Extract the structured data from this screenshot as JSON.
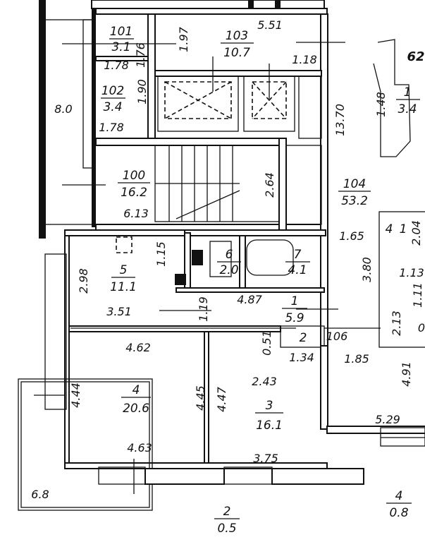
{
  "plan": {
    "rooms": [
      {
        "id": "101",
        "number": "101",
        "area": "3.1"
      },
      {
        "id": "102",
        "number": "102",
        "area": "3.4"
      },
      {
        "id": "103",
        "number": "103",
        "area": "10.7"
      },
      {
        "id": "100",
        "number": "100",
        "area": "16.2"
      },
      {
        "id": "104",
        "number": "104",
        "area": "53.2"
      },
      {
        "id": "5",
        "number": "5",
        "area": "11.1"
      },
      {
        "id": "6",
        "number": "6",
        "area": "2.0"
      },
      {
        "id": "7",
        "number": "7",
        "area": "4.1"
      },
      {
        "id": "1",
        "number": "1",
        "area": "5.9"
      },
      {
        "id": "2",
        "number": "2",
        "area": ""
      },
      {
        "id": "4",
        "number": "4",
        "area": "20.6"
      },
      {
        "id": "3",
        "number": "3",
        "area": "16.1"
      },
      {
        "id": "r-1",
        "number": "1",
        "area": "3.4"
      },
      {
        "id": "r-4",
        "number": "4",
        "area": "1"
      },
      {
        "id": "b2",
        "number": "2",
        "area": "0.5"
      },
      {
        "id": "b4",
        "number": "4",
        "area": "0.8"
      }
    ],
    "dimensions": [
      "5.51",
      "1.97",
      "1.76",
      "1.78",
      "1.90",
      "1.78",
      "1.18",
      "13.70",
      "8.0",
      "2.64",
      "6.13",
      "1.48",
      "1.65",
      "3.80",
      "2.04",
      "1.13",
      "1.11",
      "2.98",
      "1.15",
      "3.51",
      "1.19",
      "4.87",
      "4.62",
      "0.51",
      "1.34",
      "1.85",
      "2.13",
      "2.43",
      "4.44",
      "4.45",
      "4.47",
      "4.91",
      "5.29",
      "4.63",
      "3.75",
      "6.8",
      "106",
      "62",
      "0"
    ]
  }
}
